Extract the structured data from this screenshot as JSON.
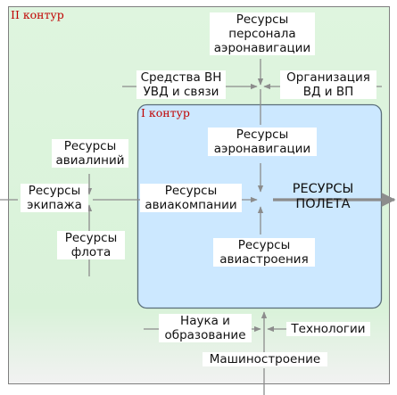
{
  "contours": {
    "outer_title": "II контур",
    "inner_title": "I контур"
  },
  "nodes": {
    "air_navigation_personnel": "Ресурсы\nперсонала\nаэронавигации",
    "airspace_means": "Средства ВН\nУВД и связи",
    "airspace_organization": "Организация\nВД и ВП",
    "air_navigation": "Ресурсы\nаэронавигации",
    "airline_resources": "Ресурсы\nавиалиний",
    "crew_resources": "Ресурсы\nэкипажа",
    "airline_company": "Ресурсы\nавиакомпании",
    "flight_resources": "РЕСУРСЫ\nПОЛЕТА",
    "fleet_resources": "Ресурсы\nфлота",
    "aircraft_industry": "Ресурсы\nавиастроения",
    "science_education": "Наука и\nобразование",
    "technologies": "Технологии",
    "machine_building": "Машиностроение"
  },
  "colors": {
    "outer_fill_top": "#d9f2d9",
    "outer_fill_bottom": "#eef2ee",
    "outer_border": "#7f7f7f",
    "inner_fill": "#cce8ff",
    "inner_border": "#5a6e7a",
    "arrow": "#8c8c8c",
    "title_red": "#c00000"
  }
}
